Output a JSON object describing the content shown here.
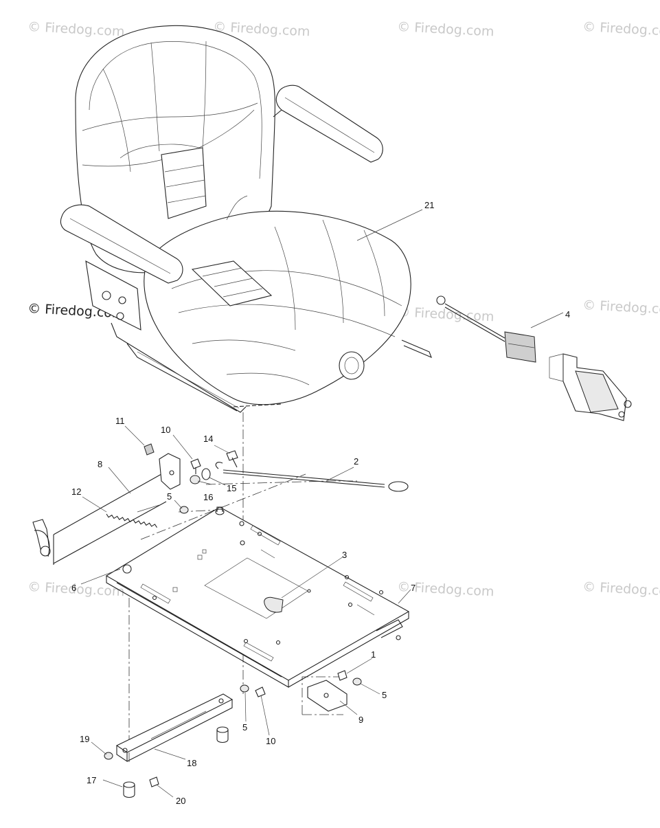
{
  "watermarks": {
    "text": "© Firedog.com",
    "dark_text": "© Firedog.com"
  },
  "callouts": {
    "p1": "1",
    "p2": "2",
    "p3": "3",
    "p4": "4",
    "p5a": "5",
    "p5b": "5",
    "p5c": "5",
    "p6": "6",
    "p7": "7",
    "p8": "8",
    "p9": "9",
    "p10a": "10",
    "p10b": "10",
    "p11": "11",
    "p12": "12",
    "p14": "14",
    "p15": "15",
    "p16": "16",
    "p17": "17",
    "p18": "18",
    "p19": "19",
    "p20": "20",
    "p21": "21"
  }
}
